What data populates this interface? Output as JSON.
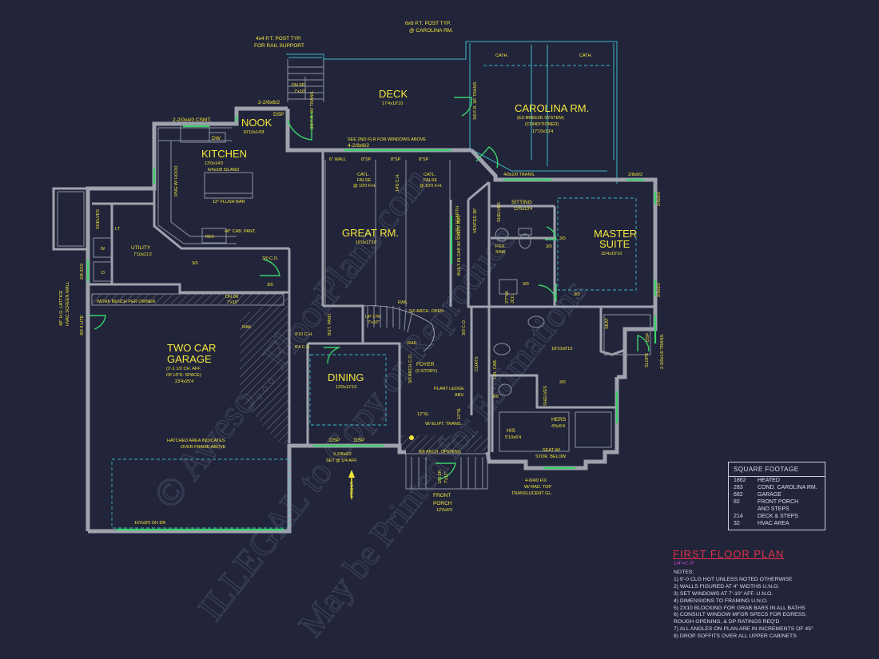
{
  "rooms": {
    "deck": {
      "name": "DECK",
      "dims": "17'4x10'10"
    },
    "carolina": {
      "name": "CAROLINA RM.",
      "sub1": "(EZ-BREEZE SYSTEM)",
      "sub2": "(CONDITIONED)",
      "dims": "17'10x13'4"
    },
    "nook": {
      "name": "NOOK",
      "dims": "10'10x14'8"
    },
    "kitchen": {
      "name": "KITCHEN",
      "dims": "13'0x14'0"
    },
    "great": {
      "name": "GREAT RM.",
      "dims": "16'0x17'10"
    },
    "sitting": {
      "name": "SITTING",
      "dims": "12'6x13'4"
    },
    "master": {
      "name": "MASTER",
      "name2": "SUITE",
      "dims": "15'4x15'10"
    },
    "utility": {
      "name": "UTILITY",
      "dims": "7'10x11'2"
    },
    "garage": {
      "name": "TWO CAR",
      "name2": "GARAGE",
      "sub1": "(1'-1 1/2 CH. AFF.",
      "sub2": "OF HTD. SPACE)",
      "dims": "23'4x25'4"
    },
    "dining": {
      "name": "DINING",
      "dims": "13'0x12'10"
    },
    "foyer": {
      "name": "FOYER",
      "sub1": "(2-STORY)"
    },
    "bath": {
      "dims": "18'10x8'10"
    },
    "his": {
      "name": "HIS",
      "dims": "5'10x6'4"
    },
    "hers": {
      "name": "HERS",
      "dims": "4'6x5'4"
    },
    "porch": {
      "name": "FRONT",
      "name2": "PORCH",
      "dims": "12'0x5'0"
    }
  },
  "labels": {
    "post_rail_1": "4x4 P.T. POST TYP.",
    "post_rail_2": "FOR RAIL SUPPORT",
    "post_carolina_1": "6x6 P.T. POST TYP.",
    "post_carolina_2": "@ CAROLINA RM.",
    "cath_left": "CATH.",
    "cath_right": "CATH.",
    "door_226": "2-2/6x6/2",
    "dsp": "DSP",
    "dn_top_1": "DN 6R",
    "dn_top_2": "7'x10\"",
    "csmt": "2-2/0x4/0 CSMT.",
    "dw": "DW",
    "win_2nd_1": "4-2/8x6/2",
    "win_2nd_2": "SEE 2ND FLR FOR WINDOWS ABOVE",
    "wall_6": "6\" WALL",
    "sp_1": "8\"SP",
    "sp_2": "8\"SP",
    "sp_3": "8\"SP",
    "catl1_1": "CATL.",
    "catl1_2": "FALSE",
    "catl1_3": "@ 10'0 F.H.",
    "catl2_1": "CATL.",
    "catl2_2": "FALSE",
    "catl2_3": "@ 10'0 F.H.",
    "fh_14": "14'0 C.H.",
    "island": "6/4x3/8 ISLAND",
    "flush_bar": "12\" FLUSH BAR",
    "rng": "RNG W/ HOOD",
    "cab_pant": "48\" CAB. PANT.",
    "ref": "REF.",
    "shelves_u": "SHELVES",
    "lt": "LT",
    "wash": "W",
    "dryer": "D",
    "lattice_1": "48\" H.G. LATTICE",
    "lattice_2": "HVAC SCREEN WALL",
    "lite_1": "2/8-3/10",
    "lite_2": "3/0 4 LITE",
    "co_1": "3/0 C.O.",
    "door_30a": "3/0",
    "door_30b": "3/0",
    "work_bench": "WORK BENCH PER OWNER",
    "dn_g_1": "DN 6R",
    "dn_g_2": "7'x10\"",
    "rail_1": "RAIL",
    "rail_2": "RAIL",
    "rail_3": "RAIL",
    "but_pant": "BUT. PANT.",
    "up": "UP 17R",
    "up_2": "7'x10\"",
    "arch_open": "5/0 ARCH. OPEN",
    "ch_910": "9'10 C.H.",
    "ch_84": "8'4 C.H.",
    "arch_co": "3/0 ARCH C.O.",
    "co_2": "3/0 C.O.",
    "coats": "COATS",
    "lin": "LIN. CAB.",
    "plant_1": "PLANT LEDGE",
    "plant_2": "ABV.",
    "sl_1": "12\"SL",
    "sl_2": "12\"SL",
    "ellipt": "W/ ELIPT. TRANS.",
    "arch_opening": "8/8 ARCH. OPENING",
    "dn_p_1": "DN 3R",
    "dn_p_2": "7'x11\"",
    "dsp_1": "DSP",
    "dsp_2": "DSP",
    "set_1": "3-2/8x6/2",
    "set_2": "SET @ 1/4 AFF.",
    "front": "FRONT",
    "door_1": "16'0x8'0 OH DR",
    "hatched_1": "HATCHED AREA INDICATES",
    "hatched_2": "OVER FRAME ABOVE",
    "fix_1": "4-0/4/0 FIX",
    "fix_2": "W/ RAD. TOP",
    "fix_3": "TRANSLUCENT GL.",
    "stor_1": "SEAT W/",
    "stor_2": "STOR. BELOW",
    "trans_410": "4/0x1/0 TRANS.",
    "door_3010": "3/0 F.R. W/ TRANS.",
    "door_6": "3/0 F.R. W/ TRANS.",
    "door_2862": "2/8x6/2",
    "door_2862b": "2/8x6/2",
    "trans_r": "2-3/0x1/0 TRANS.",
    "dsp_r": "DSP",
    "seat": "SEAT",
    "slope": "SLOPE",
    "flush_hearth": "FLUSH HEARTH",
    "vented": "VENTED 36\"",
    "built_in": "BUILT-IN CAB W/ SHELV. ABV.",
    "ped_1": "PED.",
    "ped_2": "SINK",
    "shelves_m": "SHELVES",
    "door_30c": "3/0",
    "door_30d": "3/0",
    "door_30e": "3/0",
    "door_30f": "3/0",
    "door_30g": "3/0",
    "door_30h": "3/0",
    "tub_1": "2'7\"5A",
    "tub_2": "JCC.",
    "shelves_c": "SHELVES"
  },
  "sqft": {
    "title": "SQUARE FOOTAGE",
    "rows": [
      {
        "v": "1862",
        "d": "HEATED"
      },
      {
        "v": "283",
        "d": "COND. CAROLINA RM."
      },
      {
        "v": "682",
        "d": "GARAGE"
      },
      {
        "v": "82",
        "d": "FRONT PORCH"
      },
      {
        "v": "",
        "d": "AND STEPS"
      },
      {
        "v": "214",
        "d": "DECK & STEPS"
      },
      {
        "v": "32",
        "d": "HVAC AREA"
      }
    ]
  },
  "title": "FIRST FLOOR PLAN",
  "scale": "1/4\"=1'-0\"",
  "notes": {
    "heading": "NOTES:",
    "items": [
      "1)  9'-0 CLG HGT UNLESS NOTED OTHERWISE",
      "2)  WALLS FIGURED AT 4\" WIDTHS U.N.O.",
      "3)  SET WINDOWS AT 7'-10\" AFF. U.N.O.",
      "4)  DIMENSIONS TO FRAMING U.N.O.",
      "5)  2X10 BLOCKING FOR GRAB BARS IN ALL BATHS",
      "6)  CONSULT WINDOW MFGR SPECS FOR EGRESS,",
      "      ROUGH OPENING, & DP RATINGS REQ'D",
      "7)  ALL ANGLES ON PLAN ARE IN INCREMENTS OF 45°",
      "8)  DROP SOFFITS OVER ALL UPPER CABINETS"
    ]
  },
  "watermark": {
    "line1": "© Aweso... FloorPlans.com",
    "line2": "ILLEGAL to Copy or Reproduce",
    "line3": "May be Printed for Estimations"
  },
  "colors": {
    "background": "#22253a",
    "label": "#f2e63c",
    "wall": "#9fa3ad",
    "window": "#3ad16a",
    "deck": "#3ab7c8",
    "title": "#e0304a"
  }
}
